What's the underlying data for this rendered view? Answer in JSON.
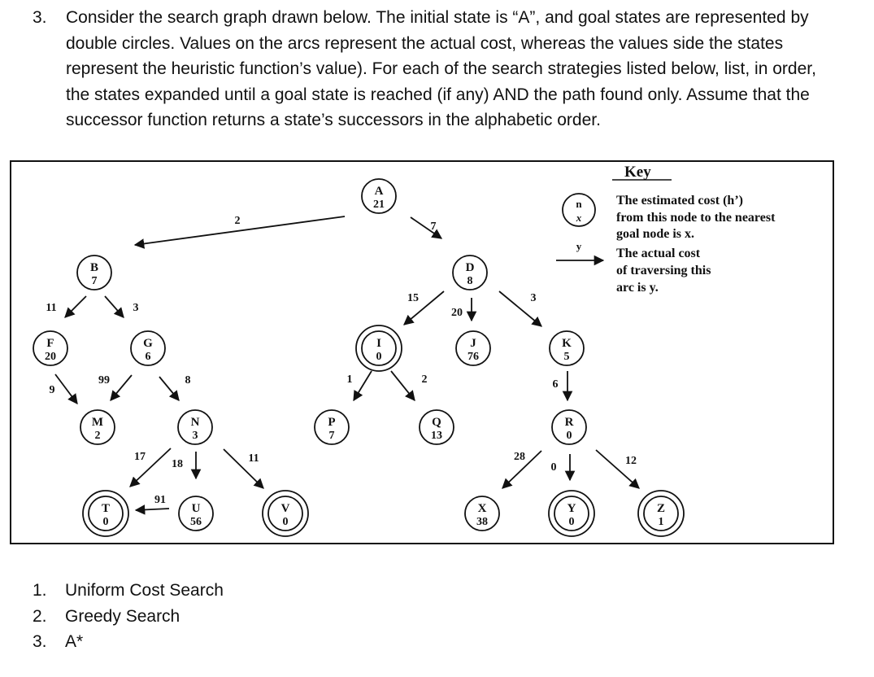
{
  "question": {
    "number": "3.",
    "lines": [
      "Consider the search graph drawn below. The initial state is “A”, and goal states are represented by",
      "double circles. Values on the arcs represent the actual cost, whereas the values side the states",
      "represent the heuristic function’s value). For each of the search strategies listed below, list, in order,",
      "the states expanded until a goal state is reached (if any) AND the path found only. Assume that the",
      "successor function returns a state’s successors in the alphabetic order."
    ]
  },
  "graph": {
    "nodes": [
      {
        "id": "A",
        "h": "21",
        "goal": false
      },
      {
        "id": "B",
        "h": "7",
        "goal": false
      },
      {
        "id": "D",
        "h": "8",
        "goal": false
      },
      {
        "id": "F",
        "h": "20",
        "goal": false
      },
      {
        "id": "G",
        "h": "6",
        "goal": false
      },
      {
        "id": "I",
        "h": "0",
        "goal": true
      },
      {
        "id": "J",
        "h": "76",
        "goal": false
      },
      {
        "id": "K",
        "h": "5",
        "goal": false
      },
      {
        "id": "M",
        "h": "2",
        "goal": false
      },
      {
        "id": "N",
        "h": "3",
        "goal": false
      },
      {
        "id": "P",
        "h": "7",
        "goal": false
      },
      {
        "id": "Q",
        "h": "13",
        "goal": false
      },
      {
        "id": "R",
        "h": "0",
        "goal": false
      },
      {
        "id": "T",
        "h": "0",
        "goal": true
      },
      {
        "id": "U",
        "h": "56",
        "goal": false
      },
      {
        "id": "V",
        "h": "0",
        "goal": true
      },
      {
        "id": "X",
        "h": "38",
        "goal": false
      },
      {
        "id": "Y",
        "h": "0",
        "goal": true
      },
      {
        "id": "Z",
        "h": "1",
        "goal": true
      }
    ],
    "edges": [
      {
        "from": "A",
        "to": "B",
        "cost": "2"
      },
      {
        "from": "A",
        "to": "D",
        "cost": "7"
      },
      {
        "from": "B",
        "to": "F",
        "cost": "11"
      },
      {
        "from": "B",
        "to": "G",
        "cost": "3"
      },
      {
        "from": "F",
        "to": "M",
        "cost": "9"
      },
      {
        "from": "G",
        "to": "M",
        "cost": "99"
      },
      {
        "from": "G",
        "to": "N",
        "cost": "8"
      },
      {
        "from": "N",
        "to": "T",
        "cost": "17"
      },
      {
        "from": "N",
        "to": "U",
        "cost": "18"
      },
      {
        "from": "U",
        "to": "T",
        "cost": "91"
      },
      {
        "from": "N",
        "to": "V",
        "cost": "11"
      },
      {
        "from": "D",
        "to": "I",
        "cost": "15"
      },
      {
        "from": "D",
        "to": "J",
        "cost": "20"
      },
      {
        "from": "D",
        "to": "K",
        "cost": "3"
      },
      {
        "from": "I",
        "to": "P",
        "cost": "1"
      },
      {
        "from": "I",
        "to": "Q",
        "cost": "2"
      },
      {
        "from": "K",
        "to": "R",
        "cost": "6"
      },
      {
        "from": "R",
        "to": "X",
        "cost": "28"
      },
      {
        "from": "R",
        "to": "Y",
        "cost": "0"
      },
      {
        "from": "R",
        "to": "Z",
        "cost": "12"
      }
    ],
    "key": {
      "title": "Key",
      "sample_node_name": "n",
      "sample_node_h": "x",
      "sample_arc_cost": "y",
      "node_text_lines": [
        "The estimated cost (h’)",
        "from this node to the nearest",
        "goal node is x."
      ],
      "arc_text_lines": [
        "The actual cost",
        "of traversing this",
        "arc is y."
      ]
    }
  },
  "strategies": [
    {
      "num": "1.",
      "label": "Uniform Cost Search"
    },
    {
      "num": "2.",
      "label": "Greedy Search"
    },
    {
      "num": "3.",
      "label": "A*"
    }
  ]
}
